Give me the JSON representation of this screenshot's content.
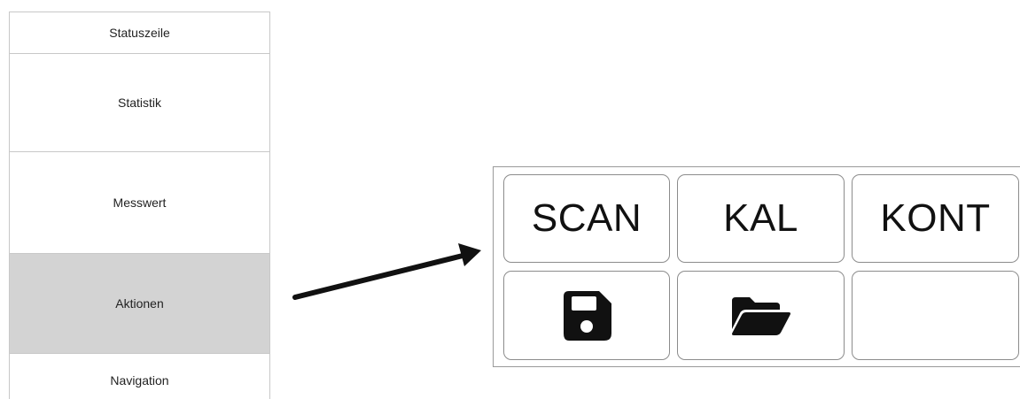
{
  "layout_column": {
    "rows": [
      {
        "label": "Statuszeile"
      },
      {
        "label": "Statistik"
      },
      {
        "label": "Messwert"
      },
      {
        "label": "Aktionen",
        "highlighted": true
      },
      {
        "label": "Navigation"
      }
    ]
  },
  "action_panel": {
    "buttons": [
      {
        "label": "SCAN"
      },
      {
        "label": "KAL"
      },
      {
        "label": "KONT"
      },
      {
        "icon": "save-icon"
      },
      {
        "icon": "folder-open-icon"
      },
      {
        "label": ""
      }
    ]
  },
  "colors": {
    "highlight_row": "#d3d3d3",
    "border": "#c8c8c8",
    "icon": "#111111"
  }
}
